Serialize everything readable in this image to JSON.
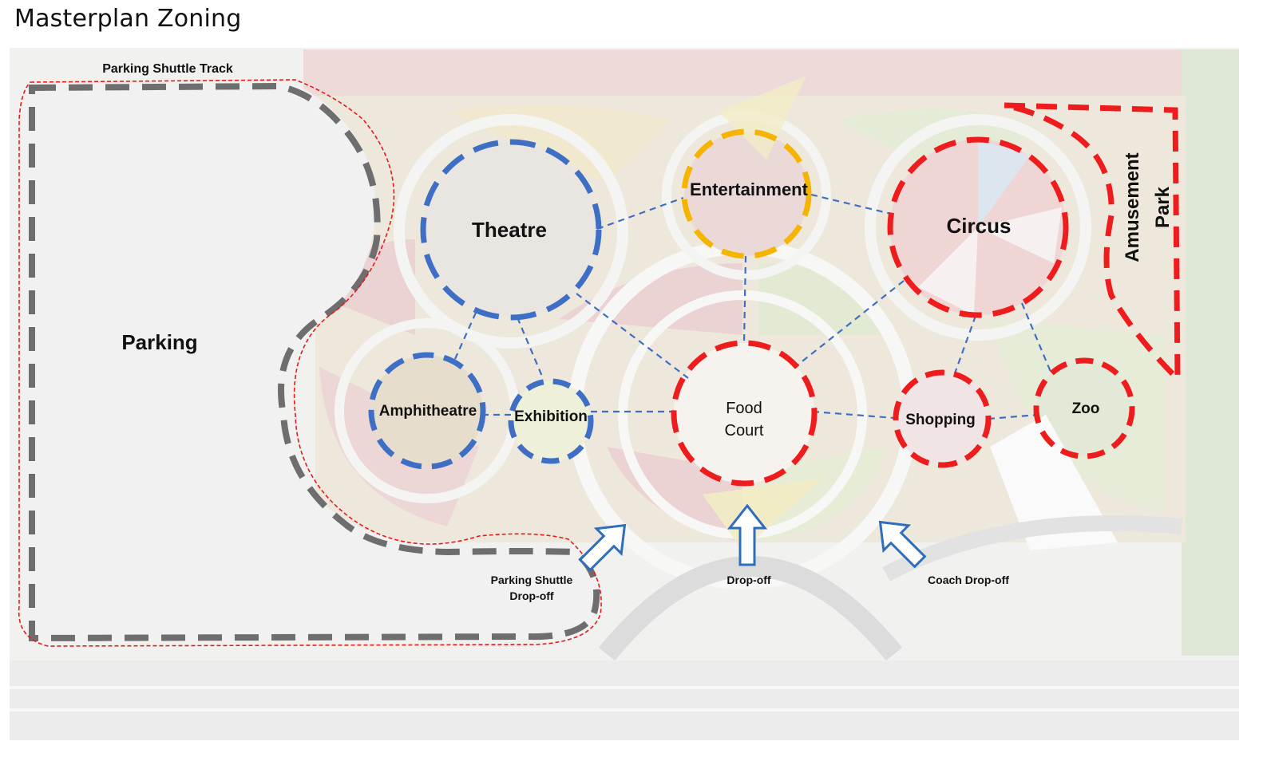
{
  "title": "Masterplan Zoning",
  "zones": {
    "parking": "Parking",
    "theatre": "Theatre",
    "entertainment": "Entertainment",
    "circus": "Circus",
    "amusement_park": [
      "Amusement",
      "Park"
    ],
    "amphitheatre": "Amphitheatre",
    "exhibition": "Exhibition",
    "food_court": [
      "Food",
      "Court"
    ],
    "shopping": "Shopping",
    "zoo": "Zoo"
  },
  "annotations": {
    "parking_shuttle_track": "Parking Shuttle Track",
    "parking_shuttle_dropoff": [
      "Parking Shuttle",
      "Drop-off"
    ],
    "dropoff": "Drop-off",
    "coach_dropoff": "Coach Drop-off"
  },
  "colors": {
    "blue_zone": "#3f6fc4",
    "orange_zone": "#f5b400",
    "red_zone": "#ee1c1c",
    "parking_boundary": "#6e6e6e",
    "shuttle_track": "#e8191b",
    "link_line": "#3f6fc4",
    "arrow": "#2e6ebd"
  }
}
